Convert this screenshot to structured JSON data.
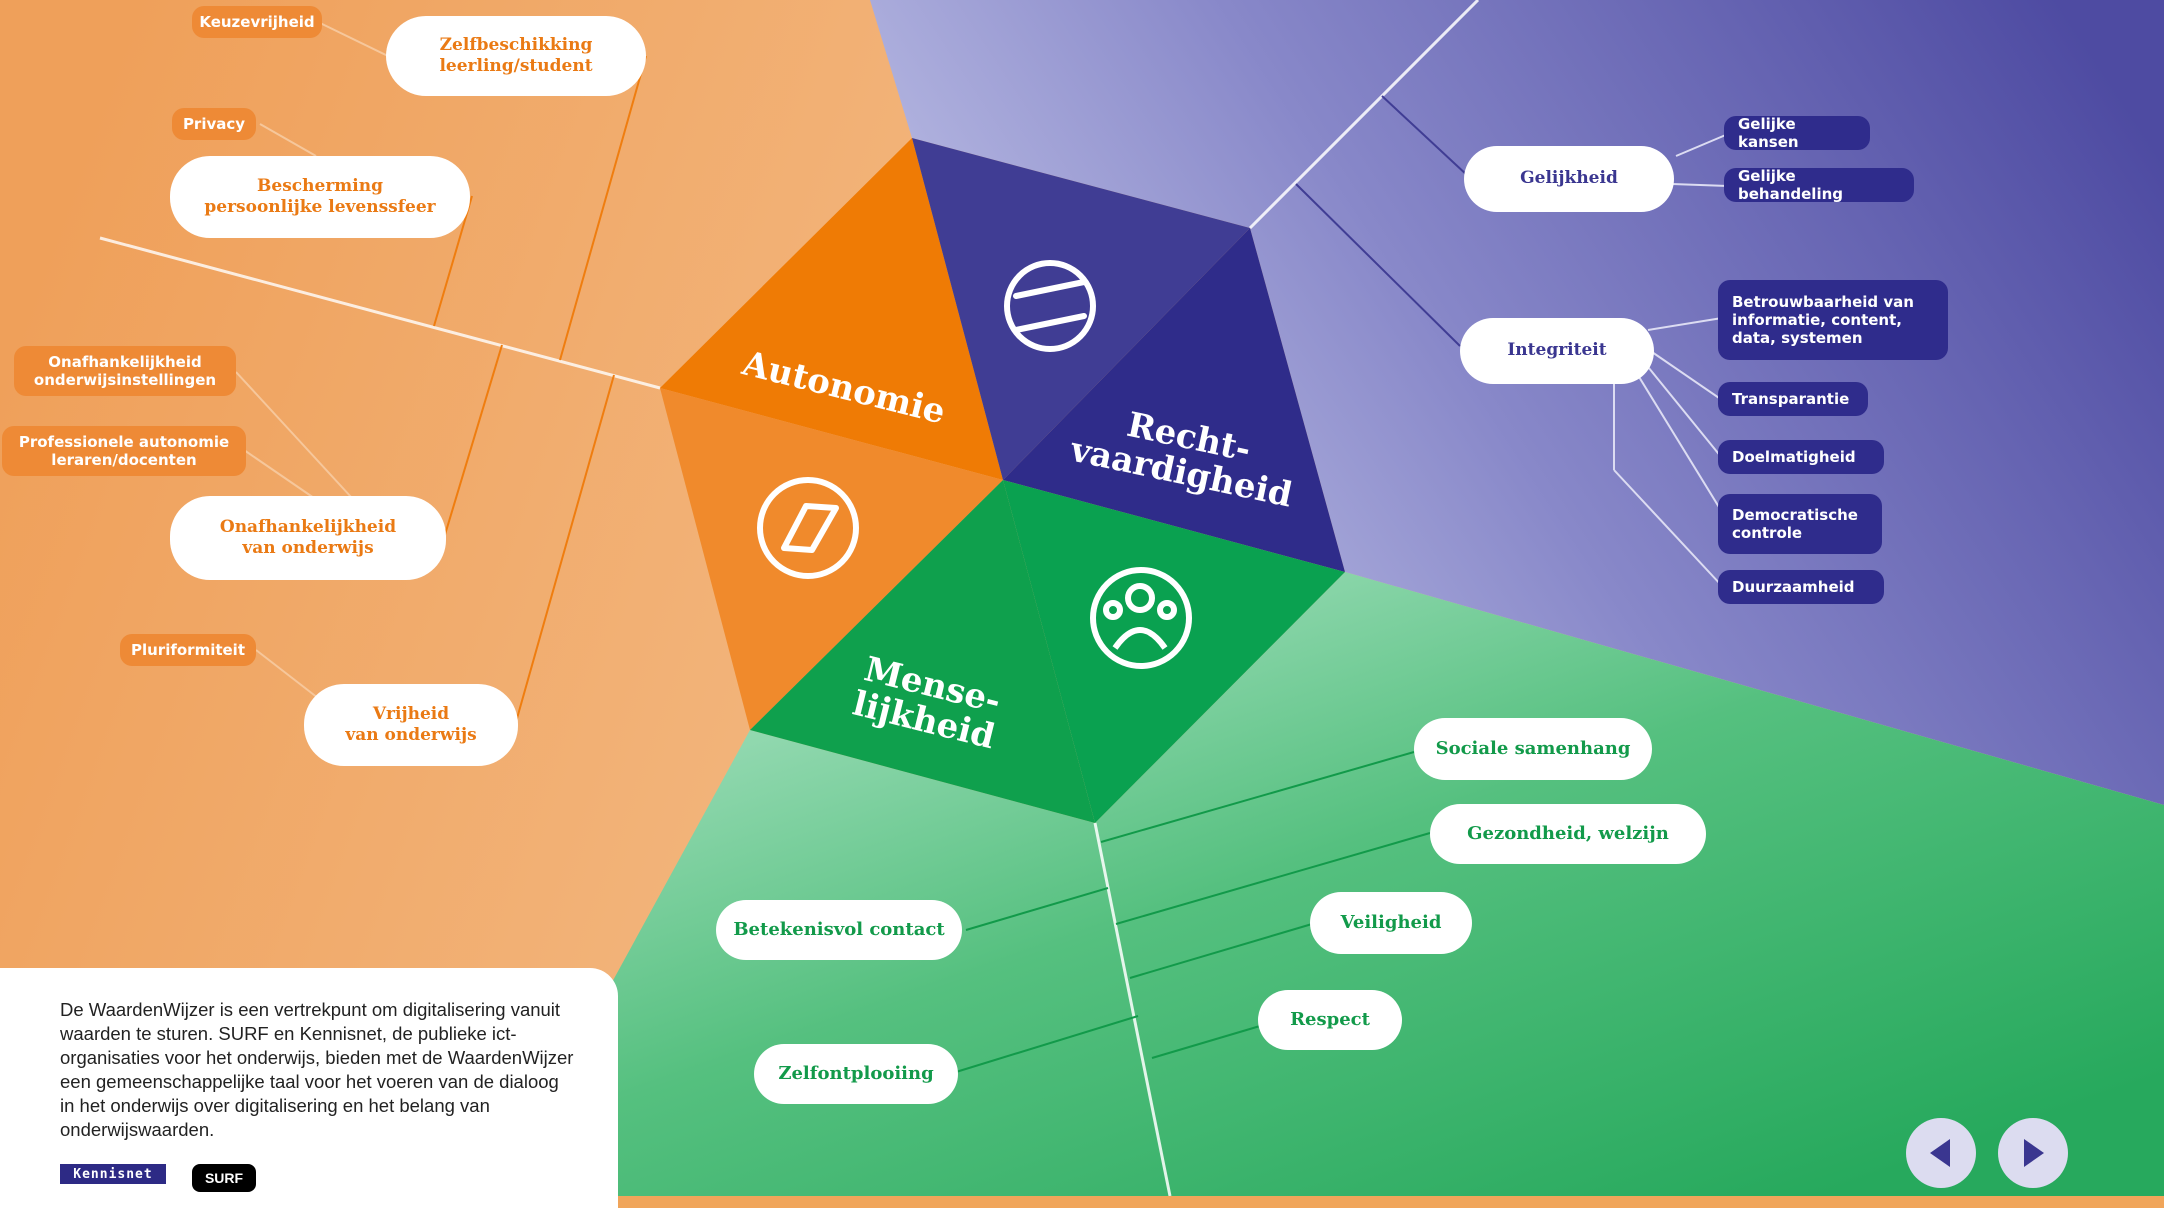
{
  "segments": {
    "autonomie": "Autonomie",
    "rechtvaardigheid": "Recht-\nvaardigheid",
    "menselijkheid": "Mense-\nlijkheid"
  },
  "autonomie_values": [
    {
      "value": "Zelfbeschikking\nleerling/student",
      "subvalues": [
        "Keuzevrijheid"
      ]
    },
    {
      "value": "Bescherming\npersoonlijke levenssfeer",
      "subvalues": [
        "Privacy"
      ]
    },
    {
      "value": "Onafhankelijkheid\nvan onderwijs",
      "subvalues": [
        "Onafhankelijkheid\nonderwijsinstellingen",
        "Professionele autonomie\nleraren/docenten"
      ]
    },
    {
      "value": "Vrijheid\nvan onderwijs",
      "subvalues": [
        "Pluriformiteit"
      ]
    }
  ],
  "rechtvaardigheid_values": [
    {
      "value": "Gelijkheid",
      "subvalues": [
        "Gelijke kansen",
        "Gelijke behandeling"
      ]
    },
    {
      "value": "Integriteit",
      "subvalues": [
        "Betrouwbaarheid van\ninformatie, content,\ndata, systemen",
        "Transparantie",
        "Doelmatigheid",
        "Democratische\ncontrole",
        "Duurzaamheid"
      ]
    }
  ],
  "menselijkheid_values": [
    "Sociale samenhang",
    "Gezondheid, welzijn",
    "Betekenisvol contact",
    "Veiligheid",
    "Respect",
    "Zelfontplooiing"
  ],
  "intro": "De WaardenWijzer is een vertrekpunt om digitalisering vanuit waarden te sturen. SURF en Kennisnet, de publieke ict-organisaties voor het onderwijs, bieden met de WaardenWijzer een gemeenschappelijke taal voor het voeren van de dialoog in het onderwijs over digitalisering en het belang van onderwijswaarden.",
  "logos": {
    "kennisnet": "Kennisnet",
    "surf": "SURF"
  },
  "icons": {
    "autonomie": "compass-icon",
    "rechtvaardigheid": "equals-icon",
    "menselijkheid": "people-icon",
    "prev": "arrow-left-icon",
    "next": "arrow-right-icon"
  },
  "colors": {
    "orange": "#ef7d0f",
    "orange_light": "#f4bd86",
    "purple": "#3a3690",
    "purple_light": "#aeb0de",
    "green": "#10a04e",
    "green_light": "#8fd6ad"
  }
}
